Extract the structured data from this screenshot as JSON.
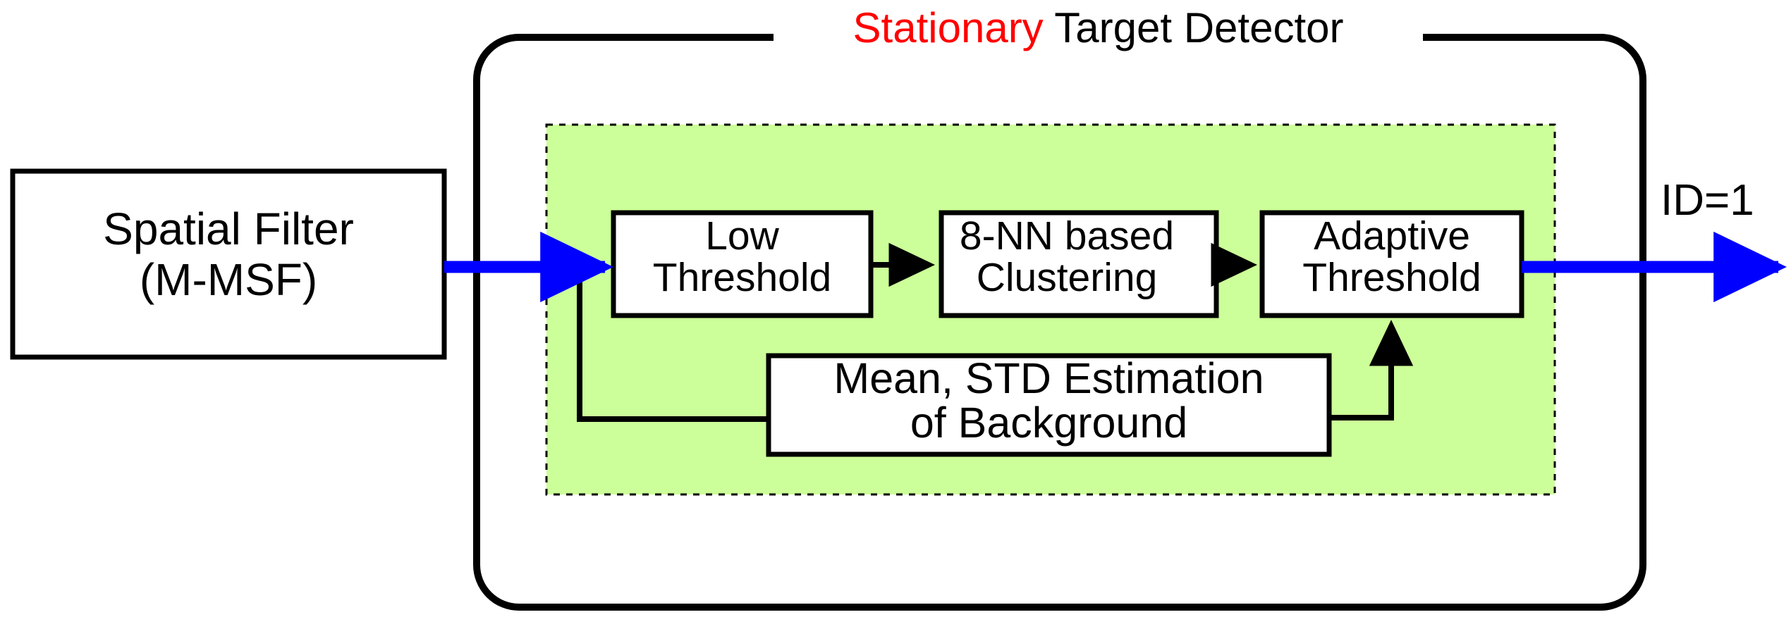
{
  "diagram": {
    "title": {
      "highlight_word": "Stationary",
      "rest": " Target Detector",
      "highlight_color": "#ff0000",
      "text_color": "#000000"
    },
    "colors": {
      "flow_arrow": "#0000ff",
      "region_fill": "#ccff99",
      "region_border": "#000000",
      "box_border": "#000000",
      "box_fill": "#ffffff",
      "canvas": "#ffffff"
    },
    "nodes": {
      "spatial_filter": {
        "line1": "Spatial Filter",
        "line2": "(M-MSF)"
      },
      "low_threshold": {
        "line1": "Low",
        "line2": "Threshold"
      },
      "clustering": {
        "line1": "8-NN based",
        "line2": "Clustering"
      },
      "adaptive_threshold": {
        "line1": "Adaptive",
        "line2": "Threshold"
      },
      "background_estimation": {
        "line1": "Mean, STD Estimation",
        "line2": "of Background"
      }
    },
    "output": {
      "label": "ID=1"
    }
  }
}
